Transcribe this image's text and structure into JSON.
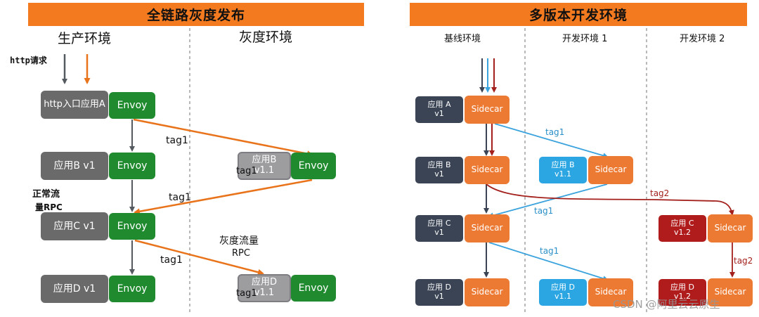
{
  "left": {
    "title": "全链路灰度发布",
    "prod_env": "生产环境",
    "gray_env": "灰度环境",
    "http_request": "http请求",
    "app_a": "http入口应用A",
    "app_b": "应用B v1",
    "app_c": "应用C v1",
    "app_d": "应用D v1",
    "app_b_gray": "应用B v1.1",
    "app_d_gray": "应用D v1.1",
    "envoy": "Envoy",
    "tag1": "tag1",
    "normal_traffic_1": "正常流",
    "normal_traffic_2": "量RPC",
    "gray_traffic_1": "灰度流量",
    "gray_traffic_2": "RPC"
  },
  "right": {
    "title": "多版本开发环境",
    "base_env": "基线环境",
    "dev_env_1": "开发环境 1",
    "dev_env_2": "开发环境 2",
    "app_a_name": "应用 A",
    "app_a_ver": "v1",
    "app_b_name": "应用 B",
    "app_b_ver": "v1",
    "app_c_name": "应用 C",
    "app_c_ver": "v1",
    "app_d_name": "应用 D",
    "app_d_ver": "v1",
    "app_b1_name": "应用 B",
    "app_b1_ver": "v1.1",
    "app_d1_name": "应用 D",
    "app_d1_ver": "v1.1",
    "app_c2_name": "应用 C",
    "app_c2_ver": "v1.2",
    "app_d2_name": "应用 D",
    "app_d2_ver": "v1.2",
    "sidecar": "Sidecar",
    "tag1": "tag1",
    "tag2": "tag2"
  },
  "watermark": "CSDN @阿里云云原生",
  "colors": {
    "orange": "#e8731a",
    "gray_arrow": "#555a60",
    "blue_arrow": "#3aa3dd",
    "red_arrow": "#a3201c",
    "envoy": "#1f8a2e",
    "sidecar": "#ed7a33"
  }
}
